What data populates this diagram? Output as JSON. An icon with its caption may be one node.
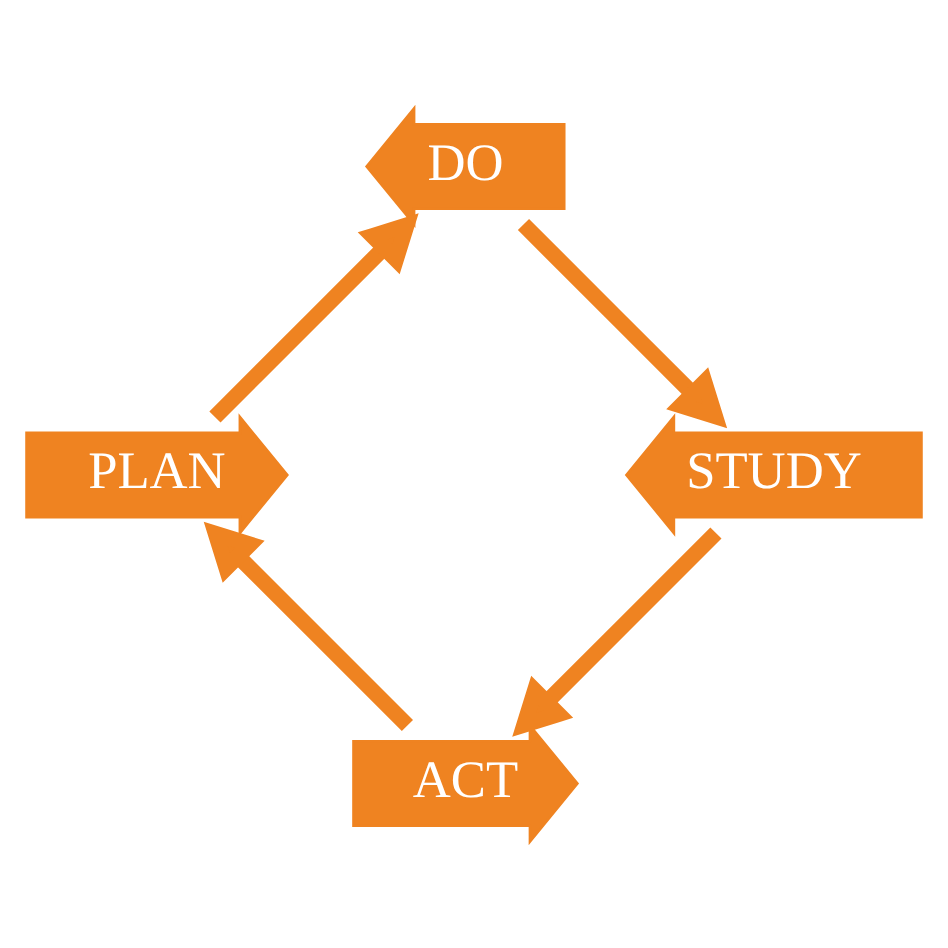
{
  "diagram": {
    "nodes": [
      {
        "text": [
          "ACT"
        ]
      },
      {
        "text": [
          "PLAN"
        ]
      },
      {
        "text": [
          "DO"
        ]
      },
      {
        "text": [
          "STUDY"
        ]
      }
    ],
    "edges": [
      {
        "from": 0,
        "to": 1,
        "arrow": "to"
      },
      {
        "from": 1,
        "to": 2,
        "arrow": "to"
      },
      {
        "from": 2,
        "to": 3,
        "arrow": "to"
      },
      {
        "from": 3,
        "to": 0,
        "arrow": "to"
      }
    ]
  }
}
